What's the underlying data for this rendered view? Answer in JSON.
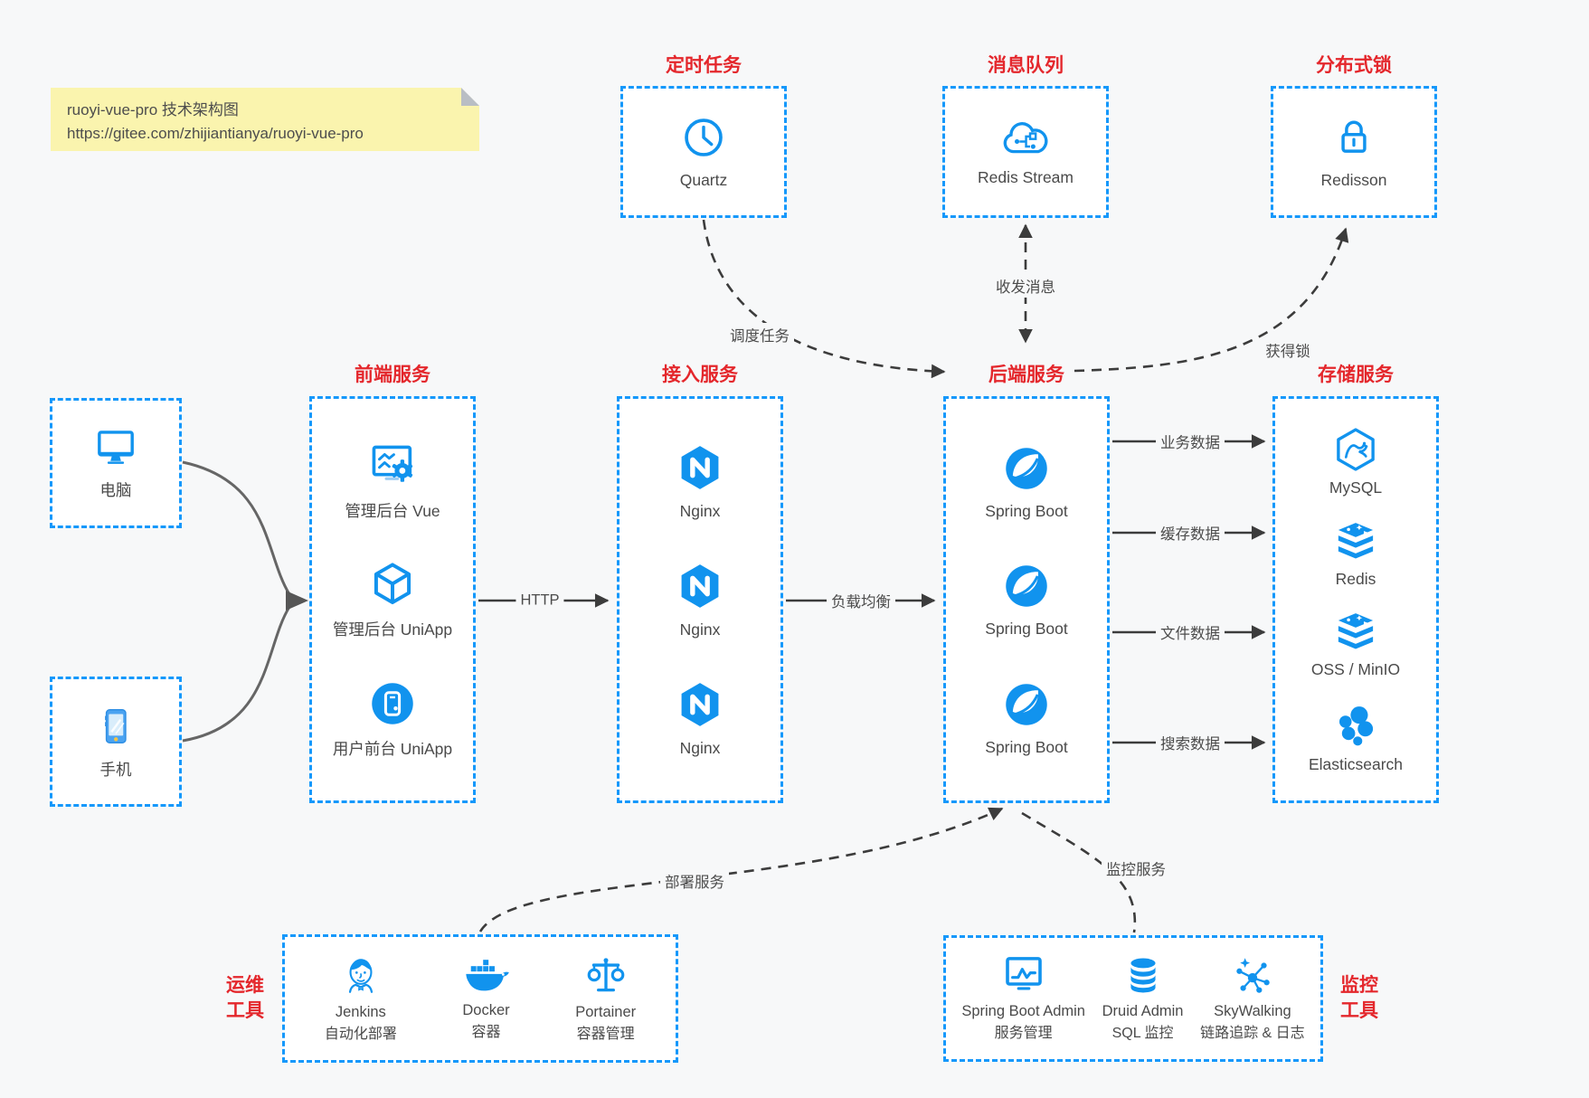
{
  "note": {
    "line1": "ruoyi-vue-pro 技术架构图",
    "line2": "https://gitee.com/zhijiantianya/ruoyi-vue-pro"
  },
  "colors": {
    "accent_blue": "#1598fb",
    "icon_blue": "#1193ee",
    "title_red": "#e4272c",
    "wire_dark": "#3c3c3c",
    "background": "#f7f8f9",
    "note_yellow": "#faf4ae"
  },
  "top_groups": [
    {
      "title": "定时任务",
      "label": "Quartz",
      "icon": "clock-icon"
    },
    {
      "title": "消息队列",
      "label": "Redis Stream",
      "icon": "cloud-network-icon"
    },
    {
      "title": "分布式锁",
      "label": "Redisson",
      "icon": "lock-icon"
    }
  ],
  "clients": [
    {
      "label": "电脑",
      "icon": "desktop-icon"
    },
    {
      "label": "手机",
      "icon": "smartphone-icon"
    }
  ],
  "columns": {
    "frontend": {
      "title": "前端服务",
      "items": [
        {
          "label": "管理后台 Vue",
          "icon": "admin-vue-icon"
        },
        {
          "label": "管理后台 UniApp",
          "icon": "cube-icon"
        },
        {
          "label": "用户前台 UniApp",
          "icon": "mobile-app-icon"
        }
      ]
    },
    "gateway": {
      "title": "接入服务",
      "items": [
        {
          "label": "Nginx",
          "icon": "nginx-icon"
        },
        {
          "label": "Nginx",
          "icon": "nginx-icon"
        },
        {
          "label": "Nginx",
          "icon": "nginx-icon"
        }
      ]
    },
    "backend": {
      "title": "后端服务",
      "items": [
        {
          "label": "Spring Boot",
          "icon": "spring-icon"
        },
        {
          "label": "Spring Boot",
          "icon": "spring-icon"
        },
        {
          "label": "Spring Boot",
          "icon": "spring-icon"
        }
      ]
    },
    "storage": {
      "title": "存储服务",
      "items": [
        {
          "label": "MySQL",
          "icon": "mysql-icon"
        },
        {
          "label": "Redis",
          "icon": "redis-icon"
        },
        {
          "label": "OSS / MinIO",
          "icon": "object-storage-icon"
        },
        {
          "label": "Elasticsearch",
          "icon": "elasticsearch-icon"
        }
      ]
    }
  },
  "edges": {
    "schedule": "调度任务",
    "messaging": "收发消息",
    "lock": "获得锁",
    "http": "HTTP",
    "load_balance": "负载均衡",
    "business": "业务数据",
    "cache": "缓存数据",
    "file": "文件数据",
    "search": "搜索数据",
    "deploy": "部署服务",
    "monitor": "监控服务"
  },
  "ops": {
    "title_line1": "运维",
    "title_line2": "工具",
    "items": [
      {
        "name": "Jenkins",
        "desc": "自动化部署",
        "icon": "jenkins-icon"
      },
      {
        "name": "Docker",
        "desc": "容器",
        "icon": "docker-icon"
      },
      {
        "name": "Portainer",
        "desc": "容器管理",
        "icon": "scales-icon"
      }
    ]
  },
  "monitoring": {
    "title_line1": "监控",
    "title_line2": "工具",
    "items": [
      {
        "name": "Spring Boot Admin",
        "desc": "服务管理",
        "icon": "monitor-pulse-icon"
      },
      {
        "name": "Druid Admin",
        "desc": "SQL 监控",
        "icon": "database-icon"
      },
      {
        "name": "SkyWalking",
        "desc": "链路追踪 & 日志",
        "icon": "node-graph-icon"
      }
    ]
  }
}
